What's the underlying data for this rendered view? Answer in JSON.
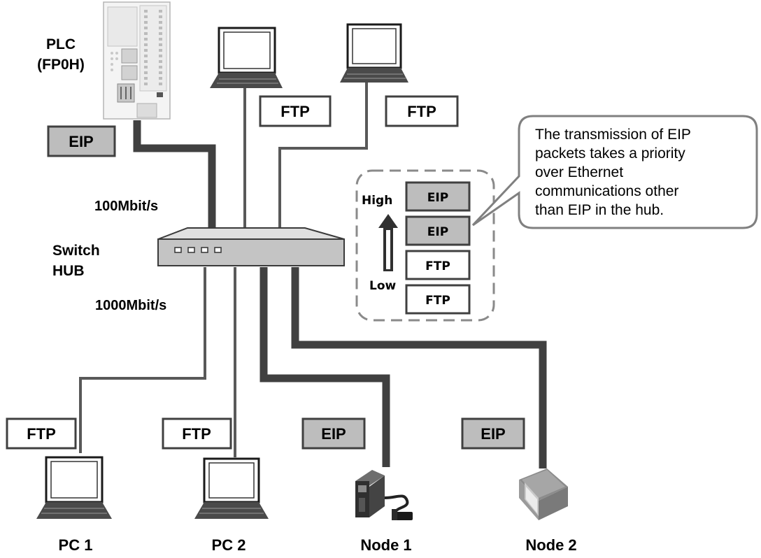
{
  "labels": {
    "plc_line1": "PLC",
    "plc_line2": "(FP0H)",
    "speed_100": "100Mbit/s",
    "switch_line1": "Switch",
    "switch_line2": "HUB",
    "speed_1000": "1000Mbit/s",
    "pc1": "PC 1",
    "pc2": "PC 2",
    "node1": "Node 1",
    "node2": "Node 2"
  },
  "tags": {
    "plc": "EIP",
    "laptop_top_1": "FTP",
    "laptop_top_2": "FTP",
    "pc1": "FTP",
    "pc2": "FTP",
    "node1": "EIP",
    "node2": "EIP"
  },
  "priority": {
    "high": "High",
    "low": "Low",
    "queue": [
      "EIP",
      "EIP",
      "FTP",
      "FTP"
    ]
  },
  "callout": {
    "lines": [
      "The transmission of EIP",
      "packets takes a priority",
      "over Ethernet",
      "communications other",
      "than EIP in the hub."
    ]
  },
  "colors": {
    "eip_tag_fill": "#bdbdbd",
    "ftp_tag_fill": "#ffffff",
    "thick_cable": "#404040",
    "thin_cable": "#595959",
    "callout_border": "#808080"
  }
}
